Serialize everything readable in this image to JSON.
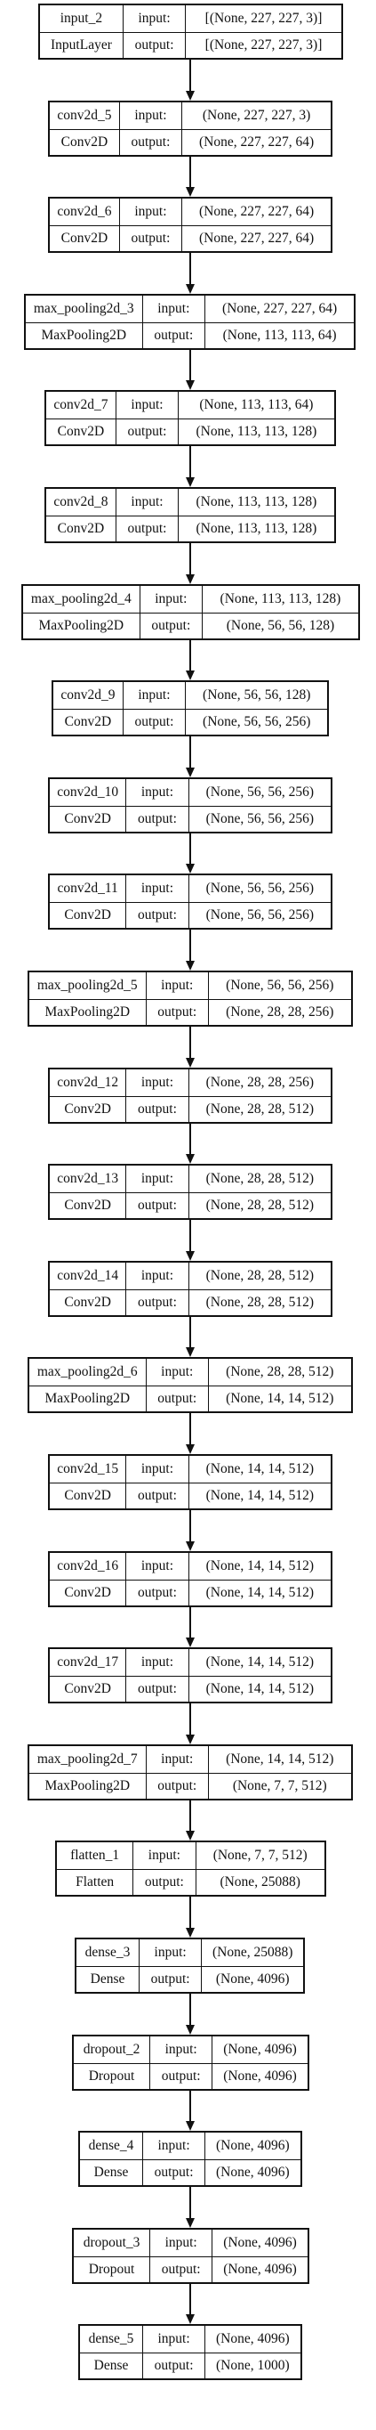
{
  "labels": {
    "input": "input:",
    "output": "output:"
  },
  "layers": [
    {
      "name": "input_2",
      "type": "InputLayer",
      "input": "[(None, 227, 227, 3)]",
      "output": "[(None, 227, 227, 3)]"
    },
    {
      "name": "conv2d_5",
      "type": "Conv2D",
      "input": "(None, 227, 227, 3)",
      "output": "(None, 227, 227, 64)"
    },
    {
      "name": "conv2d_6",
      "type": "Conv2D",
      "input": "(None, 227, 227, 64)",
      "output": "(None, 227, 227, 64)"
    },
    {
      "name": "max_pooling2d_3",
      "type": "MaxPooling2D",
      "input": "(None, 227, 227, 64)",
      "output": "(None, 113, 113, 64)"
    },
    {
      "name": "conv2d_7",
      "type": "Conv2D",
      "input": "(None, 113, 113, 64)",
      "output": "(None, 113, 113, 128)"
    },
    {
      "name": "conv2d_8",
      "type": "Conv2D",
      "input": "(None, 113, 113, 128)",
      "output": "(None, 113, 113, 128)"
    },
    {
      "name": "max_pooling2d_4",
      "type": "MaxPooling2D",
      "input": "(None, 113, 113, 128)",
      "output": "(None, 56, 56, 128)"
    },
    {
      "name": "conv2d_9",
      "type": "Conv2D",
      "input": "(None, 56, 56, 128)",
      "output": "(None, 56, 56, 256)"
    },
    {
      "name": "conv2d_10",
      "type": "Conv2D",
      "input": "(None, 56, 56, 256)",
      "output": "(None, 56, 56, 256)"
    },
    {
      "name": "conv2d_11",
      "type": "Conv2D",
      "input": "(None, 56, 56, 256)",
      "output": "(None, 56, 56, 256)"
    },
    {
      "name": "max_pooling2d_5",
      "type": "MaxPooling2D",
      "input": "(None, 56, 56, 256)",
      "output": "(None, 28, 28, 256)"
    },
    {
      "name": "conv2d_12",
      "type": "Conv2D",
      "input": "(None, 28, 28, 256)",
      "output": "(None, 28, 28, 512)"
    },
    {
      "name": "conv2d_13",
      "type": "Conv2D",
      "input": "(None, 28, 28, 512)",
      "output": "(None, 28, 28, 512)"
    },
    {
      "name": "conv2d_14",
      "type": "Conv2D",
      "input": "(None, 28, 28, 512)",
      "output": "(None, 28, 28, 512)"
    },
    {
      "name": "max_pooling2d_6",
      "type": "MaxPooling2D",
      "input": "(None, 28, 28, 512)",
      "output": "(None, 14, 14, 512)"
    },
    {
      "name": "conv2d_15",
      "type": "Conv2D",
      "input": "(None, 14, 14, 512)",
      "output": "(None, 14, 14, 512)"
    },
    {
      "name": "conv2d_16",
      "type": "Conv2D",
      "input": "(None, 14, 14, 512)",
      "output": "(None, 14, 14, 512)"
    },
    {
      "name": "conv2d_17",
      "type": "Conv2D",
      "input": "(None, 14, 14, 512)",
      "output": "(None, 14, 14, 512)"
    },
    {
      "name": "max_pooling2d_7",
      "type": "MaxPooling2D",
      "input": "(None, 14, 14, 512)",
      "output": "(None, 7, 7, 512)"
    },
    {
      "name": "flatten_1",
      "type": "Flatten",
      "input": "(None, 7, 7, 512)",
      "output": "(None, 25088)"
    },
    {
      "name": "dense_3",
      "type": "Dense",
      "input": "(None, 25088)",
      "output": "(None, 4096)"
    },
    {
      "name": "dropout_2",
      "type": "Dropout",
      "input": "(None, 4096)",
      "output": "(None, 4096)"
    },
    {
      "name": "dense_4",
      "type": "Dense",
      "input": "(None, 4096)",
      "output": "(None, 4096)"
    },
    {
      "name": "dropout_3",
      "type": "Dropout",
      "input": "(None, 4096)",
      "output": "(None, 4096)"
    },
    {
      "name": "dense_5",
      "type": "Dense",
      "input": "(None, 4096)",
      "output": "(None, 1000)"
    }
  ]
}
